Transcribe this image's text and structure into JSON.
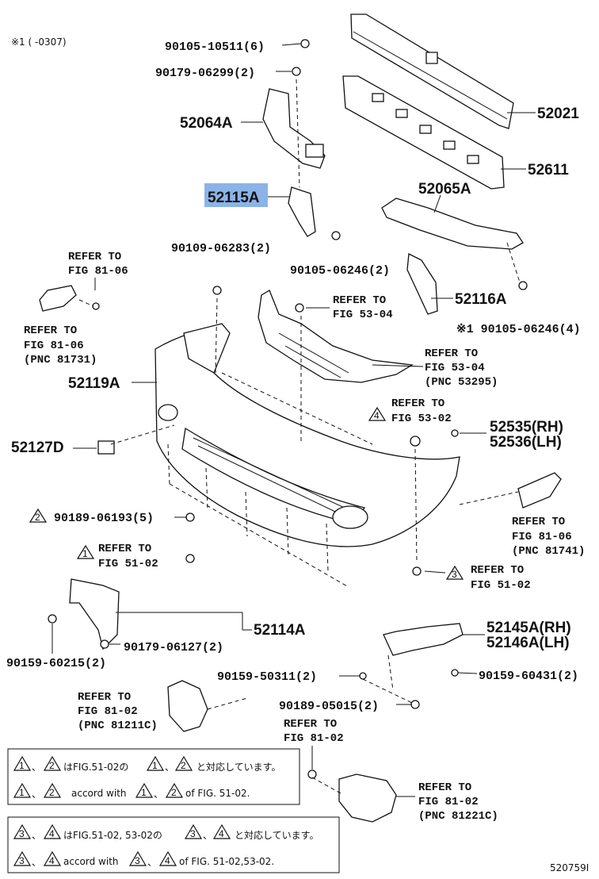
{
  "header": {
    "mark": "※1 (     -0307)"
  },
  "parts": {
    "p52021": "52021",
    "p52611": "52611",
    "p52064A": "52064A",
    "p52115A": "52115A",
    "p52065A": "52065A",
    "p52116A": "52116A",
    "p52119A": "52119A",
    "p52127D": "52127D",
    "p52114A": "52114A",
    "p52535": "52535(RH)",
    "p52536": "52536(LH)",
    "p52145A": "52145A(RH)",
    "p52146A": "52146A(LH)"
  },
  "fasteners": {
    "f1": "90105-10511(6)",
    "f2": "90179-06299(2)",
    "f3": "90109-06283(2)",
    "f4": "90105-06246(2)",
    "f5": "※1 90105-06246(4)",
    "f6": "90189-06193(5)",
    "f7": "90179-06127(2)",
    "f8": "90159-60215(2)",
    "f9": "90159-50311(2)",
    "f10": "90159-60431(2)",
    "f11": "90189-05015(2)"
  },
  "refs": {
    "r1": [
      "REFER TO",
      "FIG 81-06"
    ],
    "r2": [
      "REFER TO",
      "FIG 81-06",
      "(PNC 81731)"
    ],
    "r3": [
      "REFER TO",
      "FIG 53-04"
    ],
    "r4": [
      "REFER TO",
      "FIG 53-04",
      "(PNC 53295)"
    ],
    "r5": [
      "REFER TO",
      "FIG 53-02"
    ],
    "r6": [
      "REFER TO",
      "FIG 51-02"
    ],
    "r7": [
      "REFER TO",
      "FIG 51-02"
    ],
    "r8": [
      "REFER TO",
      "FIG 81-06",
      "(PNC 81741)"
    ],
    "r9": [
      "REFER TO",
      "FIG 81-02",
      "(PNC 81211C)"
    ],
    "r10": [
      "REFER TO",
      "FIG 81-02"
    ],
    "r11": [
      "REFER TO",
      "FIG 81-02",
      "(PNC 81221C)"
    ]
  },
  "triangles": {
    "t1": "1",
    "t2": "2",
    "t3": "3",
    "t4": "4"
  },
  "notes": {
    "n1a": "はFIG.51-02の",
    "n1b": "と対応しています。",
    "n2a": "accord with",
    "n2b": "of FIG. 51-02.",
    "n3a": "はFIG.51-02, 53-02の",
    "n3b": "と対応しています。",
    "n4a": "accord with",
    "n4b": "of FIG. 51-02,53-02."
  },
  "sep": "、",
  "footer": {
    "code": "520759I"
  },
  "colors": {
    "highlight": "#8ab4e8",
    "ink": "#111111"
  }
}
